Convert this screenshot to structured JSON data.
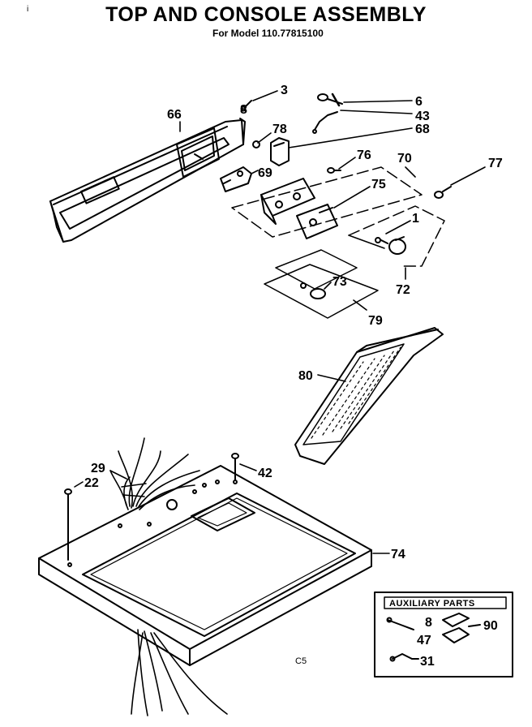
{
  "header": {
    "title": "TOP AND CONSOLE ASSEMBLY",
    "subtitle": "For Model 110.77815100",
    "corner_mark": "i"
  },
  "callouts": {
    "p3": "3",
    "p6": "6",
    "p43": "43",
    "p68": "68",
    "p66": "66",
    "p78": "78",
    "p76": "76",
    "p70": "70",
    "p77": "77",
    "p69": "69",
    "p75": "75",
    "p1": "1",
    "p73": "73",
    "p72": "72",
    "p79": "79",
    "p80": "80",
    "p29": "29",
    "p22": "22",
    "p42": "42",
    "p74": "74"
  },
  "auxiliary": {
    "title": "AUXILIARY PARTS",
    "p8": "8",
    "p47": "47",
    "p90": "90",
    "p31": "31"
  },
  "footer": {
    "code": "C5"
  },
  "colors": {
    "ink": "#000000",
    "paper": "#ffffff"
  }
}
